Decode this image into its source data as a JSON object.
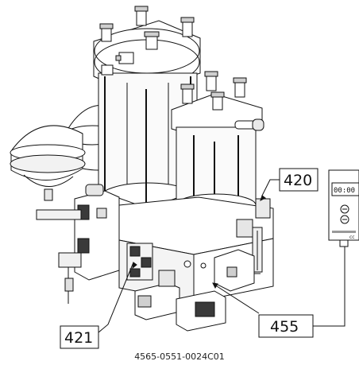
{
  "callouts": {
    "c420": "420",
    "c421": "421",
    "c455": "455"
  },
  "reference": "4565-0551-0024C01",
  "timer": {
    "display": "00:00",
    "minus": "⊖",
    "brand_text": "",
    "corner_text": "cc"
  },
  "colors": {
    "line": "#111111",
    "fill": "#ffffff",
    "shade": "#d9d9d9",
    "dark": "#3a3a3a"
  },
  "icons": [
    "minus-button-icon",
    "minus-button-icon"
  ]
}
